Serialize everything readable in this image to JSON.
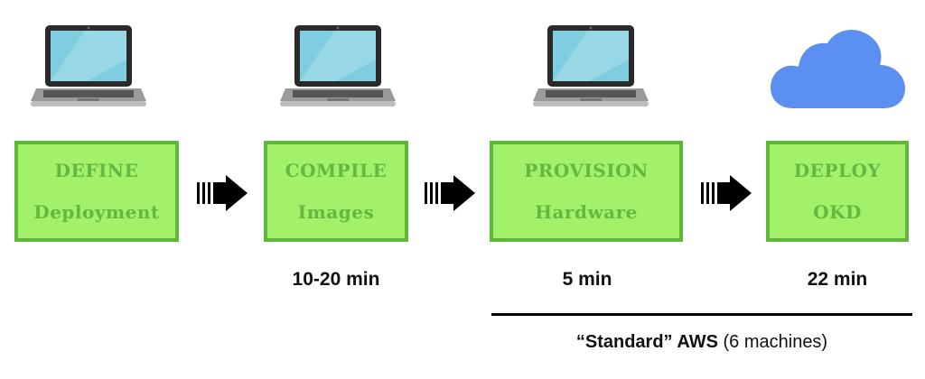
{
  "stages": [
    {
      "line1": "DEFINE",
      "line2": "Deployment",
      "device": "laptop-icon"
    },
    {
      "line1": "COMPILE",
      "line2": "Images",
      "device": "laptop-icon"
    },
    {
      "line1": "PROVISION",
      "line2": "Hardware",
      "device": "laptop-icon"
    },
    {
      "line1": "DEPLOY",
      "line2": "OKD",
      "device": "cloud-icon"
    }
  ],
  "times": {
    "compile": "10-20 min",
    "provision": "5 min",
    "deploy": "22 min"
  },
  "footnote": {
    "bold": "“Standard” AWS",
    "normal": "(6 machines)"
  },
  "colors": {
    "stage_fill": "#a3f06b",
    "stage_border": "#5fb83a",
    "stage_text": "#63b93d",
    "cloud": "#5b8ff0"
  }
}
